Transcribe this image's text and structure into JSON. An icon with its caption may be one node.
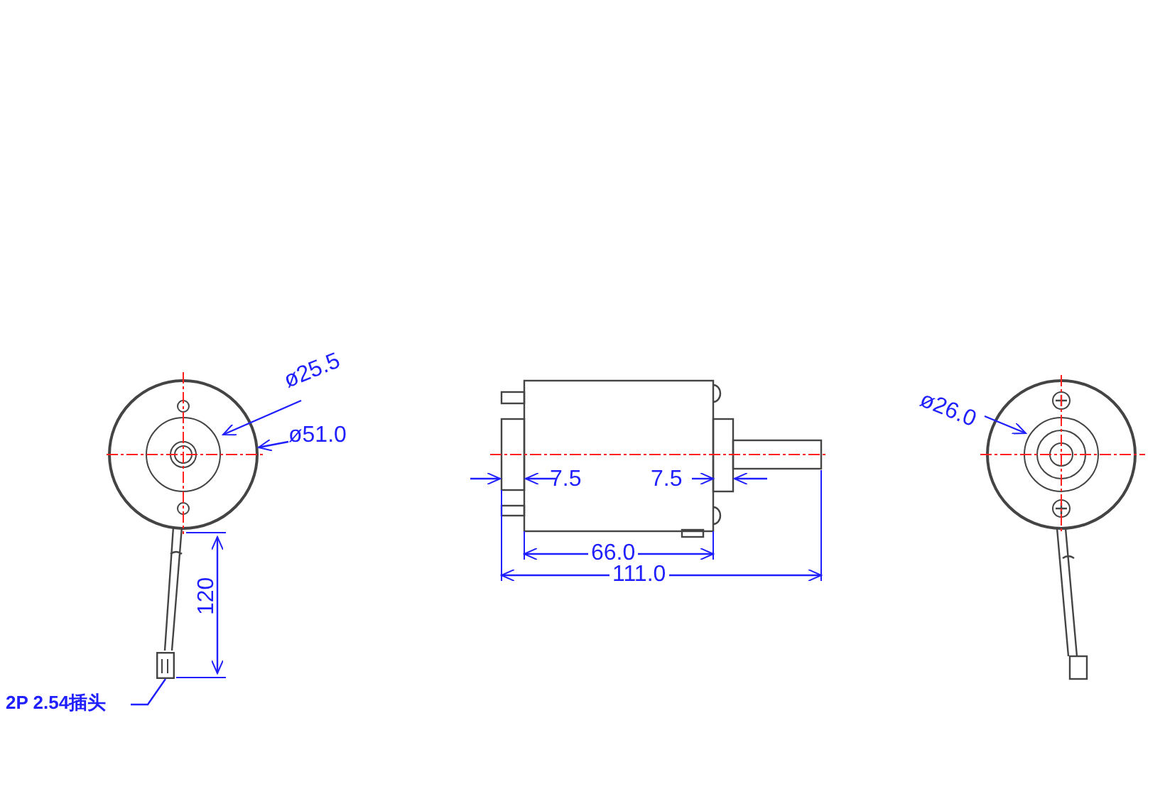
{
  "diagram": {
    "nodes": [
      {
        "text": [
          "2P 2.54插头"
        ]
      },
      {
        "text": [],
        "shape": "box"
      }
    ],
    "edges": [
      {
        "from": 0,
        "to": 1,
        "arrow": "none"
      }
    ],
    "labels": [
      "ø25.5",
      "ø51.0",
      "120",
      "7.5",
      "7.5",
      "66.0",
      "111.0",
      "ø26.0"
    ]
  }
}
